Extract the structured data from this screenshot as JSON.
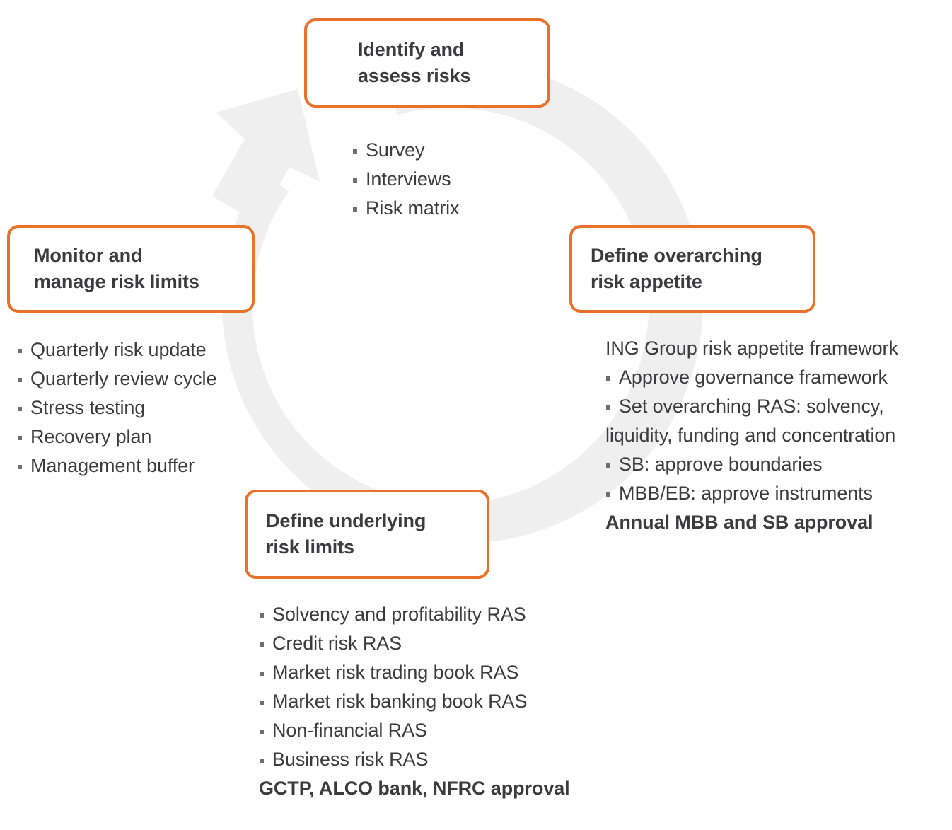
{
  "theme": {
    "accent": "#E8722A",
    "text": "#3B3B3D",
    "bullet": "#6F6F73",
    "ring": "#EFEFEF",
    "background": "#FFFFFF"
  },
  "diagram": {
    "type": "cycle",
    "direction": "counter-clockwise",
    "arrow": {
      "name": "cycle-arrow",
      "head_points_to": "identify-and-assess-risks"
    },
    "stages": [
      {
        "id": "identify",
        "position": "top",
        "title": "Identify and\nassess risks",
        "details": [
          {
            "text": "Survey",
            "bullet": true,
            "bold": false
          },
          {
            "text": "Interviews",
            "bullet": true,
            "bold": false
          },
          {
            "text": "Risk matrix",
            "bullet": true,
            "bold": false
          }
        ]
      },
      {
        "id": "define-overarching",
        "position": "right",
        "title": "Define overarching\nrisk appetite",
        "details": [
          {
            "text": "ING Group risk appetite framework",
            "bullet": false,
            "bold": false
          },
          {
            "text": "Approve governance framework",
            "bullet": true,
            "bold": false
          },
          {
            "text": "Set overarching RAS: solvency,\nliquidity, funding and concentration",
            "bullet": true,
            "bold": false
          },
          {
            "text": "SB: approve boundaries",
            "bullet": true,
            "bold": false
          },
          {
            "text": "MBB/EB: approve instruments",
            "bullet": true,
            "bold": false
          },
          {
            "text": "Annual MBB and SB approval",
            "bullet": false,
            "bold": true
          }
        ]
      },
      {
        "id": "define-underlying",
        "position": "bottom",
        "title": "Define underlying\nrisk limits",
        "details": [
          {
            "text": "Solvency and profitability RAS",
            "bullet": true,
            "bold": false
          },
          {
            "text": "Credit risk RAS",
            "bullet": true,
            "bold": false
          },
          {
            "text": "Market risk trading book RAS",
            "bullet": true,
            "bold": false
          },
          {
            "text": "Market risk banking book RAS",
            "bullet": true,
            "bold": false
          },
          {
            "text": "Non-financial RAS",
            "bullet": true,
            "bold": false
          },
          {
            "text": "Business risk RAS",
            "bullet": true,
            "bold": false
          },
          {
            "text": "GCTP, ALCO bank, NFRC approval",
            "bullet": false,
            "bold": true
          }
        ]
      },
      {
        "id": "monitor",
        "position": "left",
        "title": "Monitor and\nmanage risk limits",
        "details": [
          {
            "text": "Quarterly risk update",
            "bullet": true,
            "bold": false
          },
          {
            "text": "Quarterly review cycle",
            "bullet": true,
            "bold": false
          },
          {
            "text": "Stress testing",
            "bullet": true,
            "bold": false
          },
          {
            "text": "Recovery plan",
            "bullet": true,
            "bold": false
          },
          {
            "text": "Management buffer",
            "bullet": true,
            "bold": false
          }
        ]
      }
    ]
  }
}
